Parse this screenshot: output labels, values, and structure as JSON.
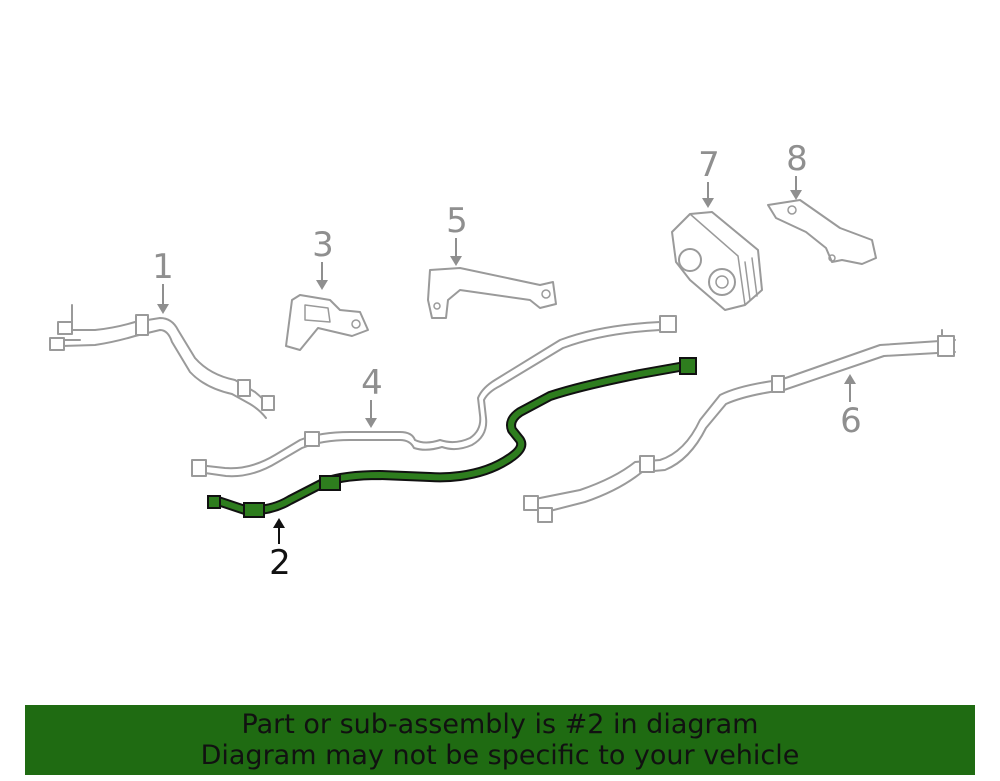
{
  "callouts": {
    "c1": "1",
    "c2": "2",
    "c3": "3",
    "c4": "4",
    "c5": "5",
    "c6": "6",
    "c7": "7",
    "c8": "8"
  },
  "highlighted_part": "2",
  "colors": {
    "highlight_green": "#2e7d1e",
    "banner_green": "#1f6b12",
    "line_gray": "#9a9a9a"
  },
  "banner": {
    "line1": "Part or sub-assembly is #2 in diagram",
    "line2": "Diagram may not be specific to your vehicle"
  }
}
